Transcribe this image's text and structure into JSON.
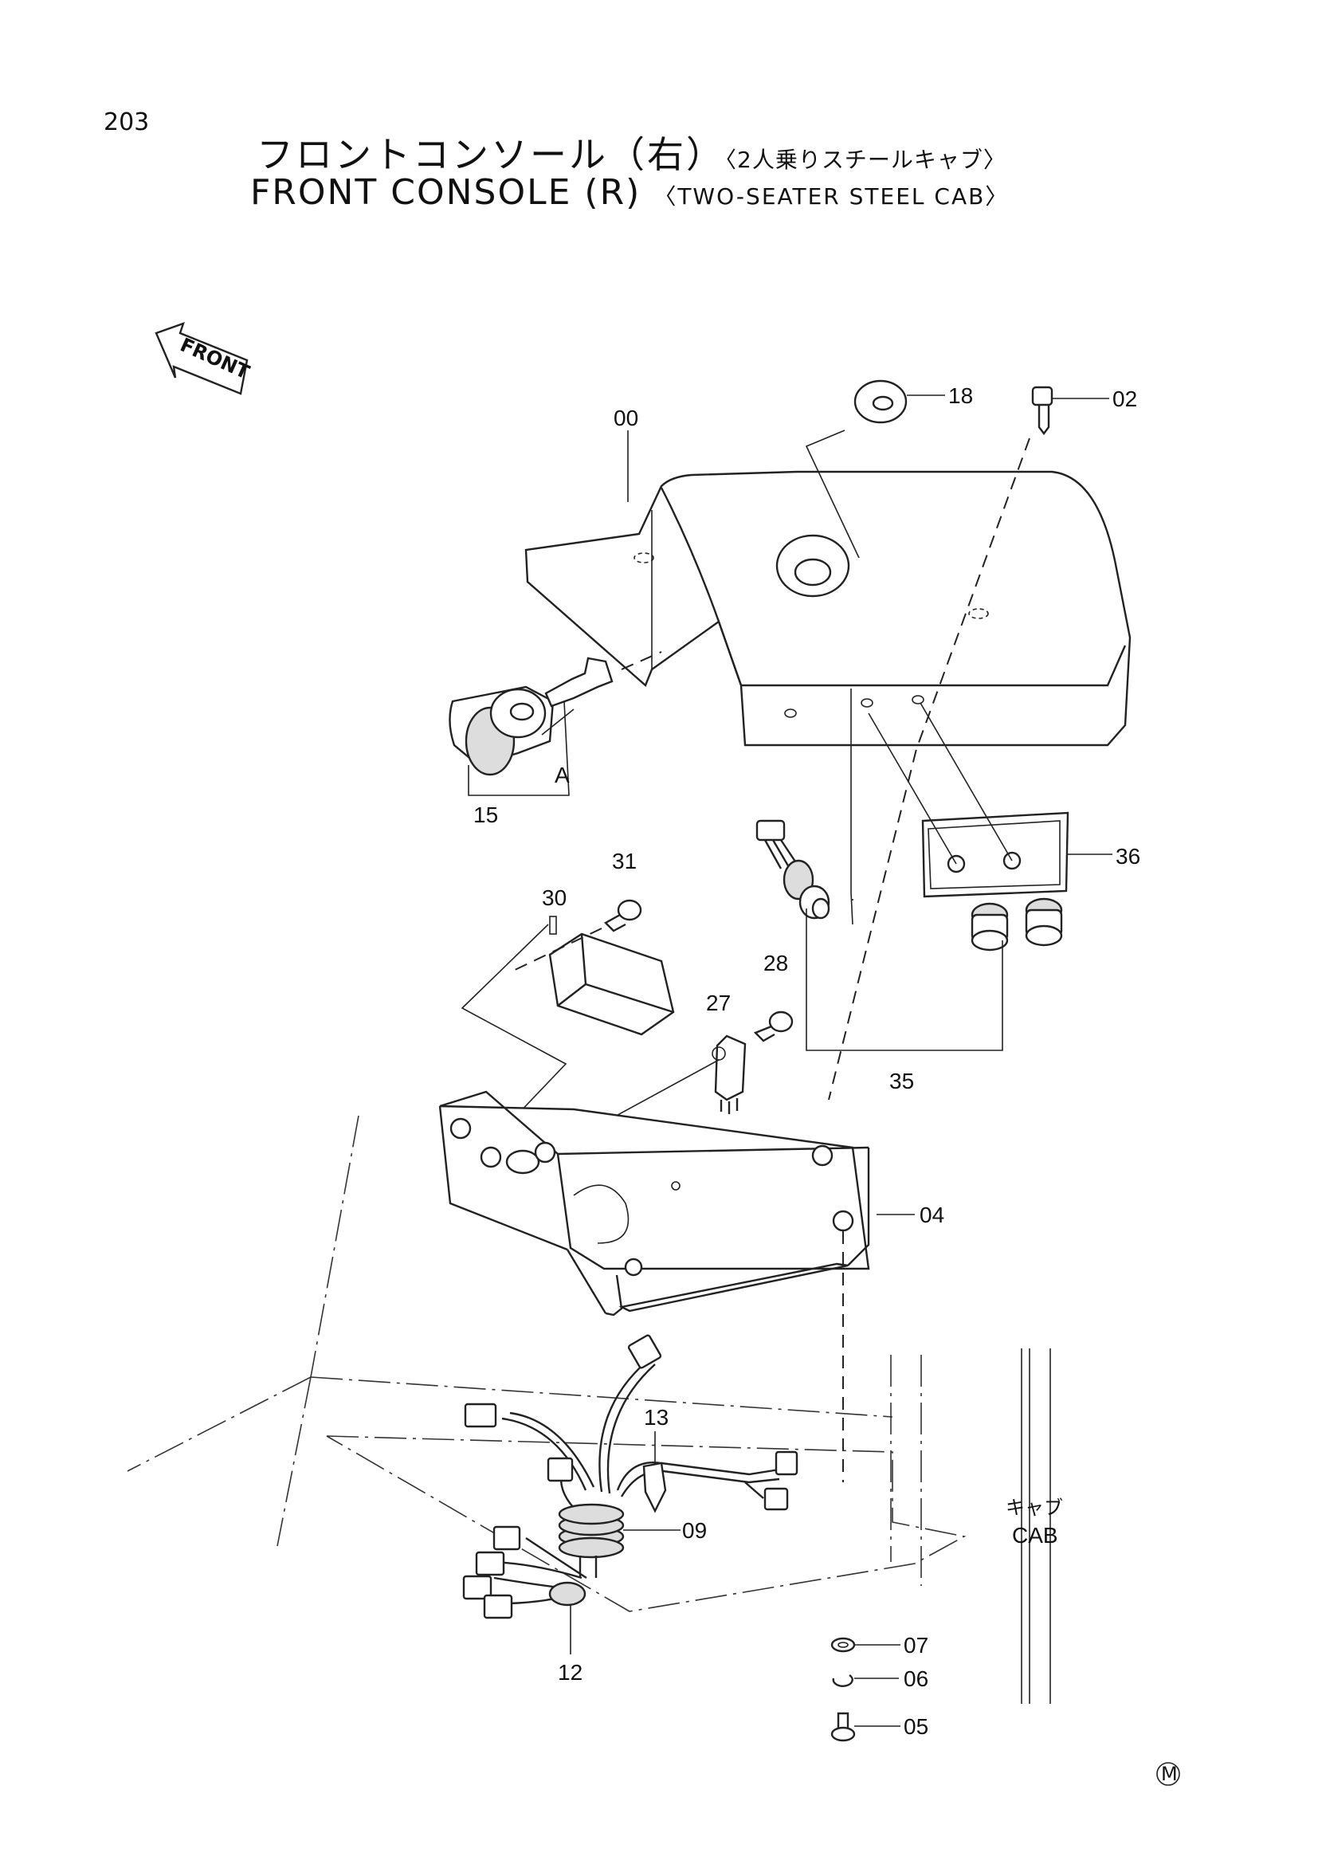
{
  "page": {
    "number": "203",
    "title_jp": "フロントコンソール（右）",
    "subtitle_jp": "〈2人乗りスチールキャブ〉",
    "title_en": "FRONT CONSOLE (R)",
    "subtitle_en": "〈TWO-SEATER STEEL CAB〉",
    "front_label": "FRONT",
    "cab_label_jp": "キャブ",
    "cab_label_en": "CAB",
    "ref_letter": "A",
    "mark": "M"
  },
  "parts": [
    {
      "id": "p00",
      "label": "00"
    },
    {
      "id": "p02",
      "label": "02"
    },
    {
      "id": "p04",
      "label": "04"
    },
    {
      "id": "p05",
      "label": "05"
    },
    {
      "id": "p06",
      "label": "06"
    },
    {
      "id": "p07",
      "label": "07"
    },
    {
      "id": "p09",
      "label": "09"
    },
    {
      "id": "p12",
      "label": "12"
    },
    {
      "id": "p13",
      "label": "13"
    },
    {
      "id": "p15",
      "label": "15"
    },
    {
      "id": "p18",
      "label": "18"
    },
    {
      "id": "p27",
      "label": "27"
    },
    {
      "id": "p28",
      "label": "28"
    },
    {
      "id": "p30",
      "label": "30"
    },
    {
      "id": "p31",
      "label": "31"
    },
    {
      "id": "p35",
      "label": "35"
    },
    {
      "id": "p36",
      "label": "36"
    }
  ]
}
